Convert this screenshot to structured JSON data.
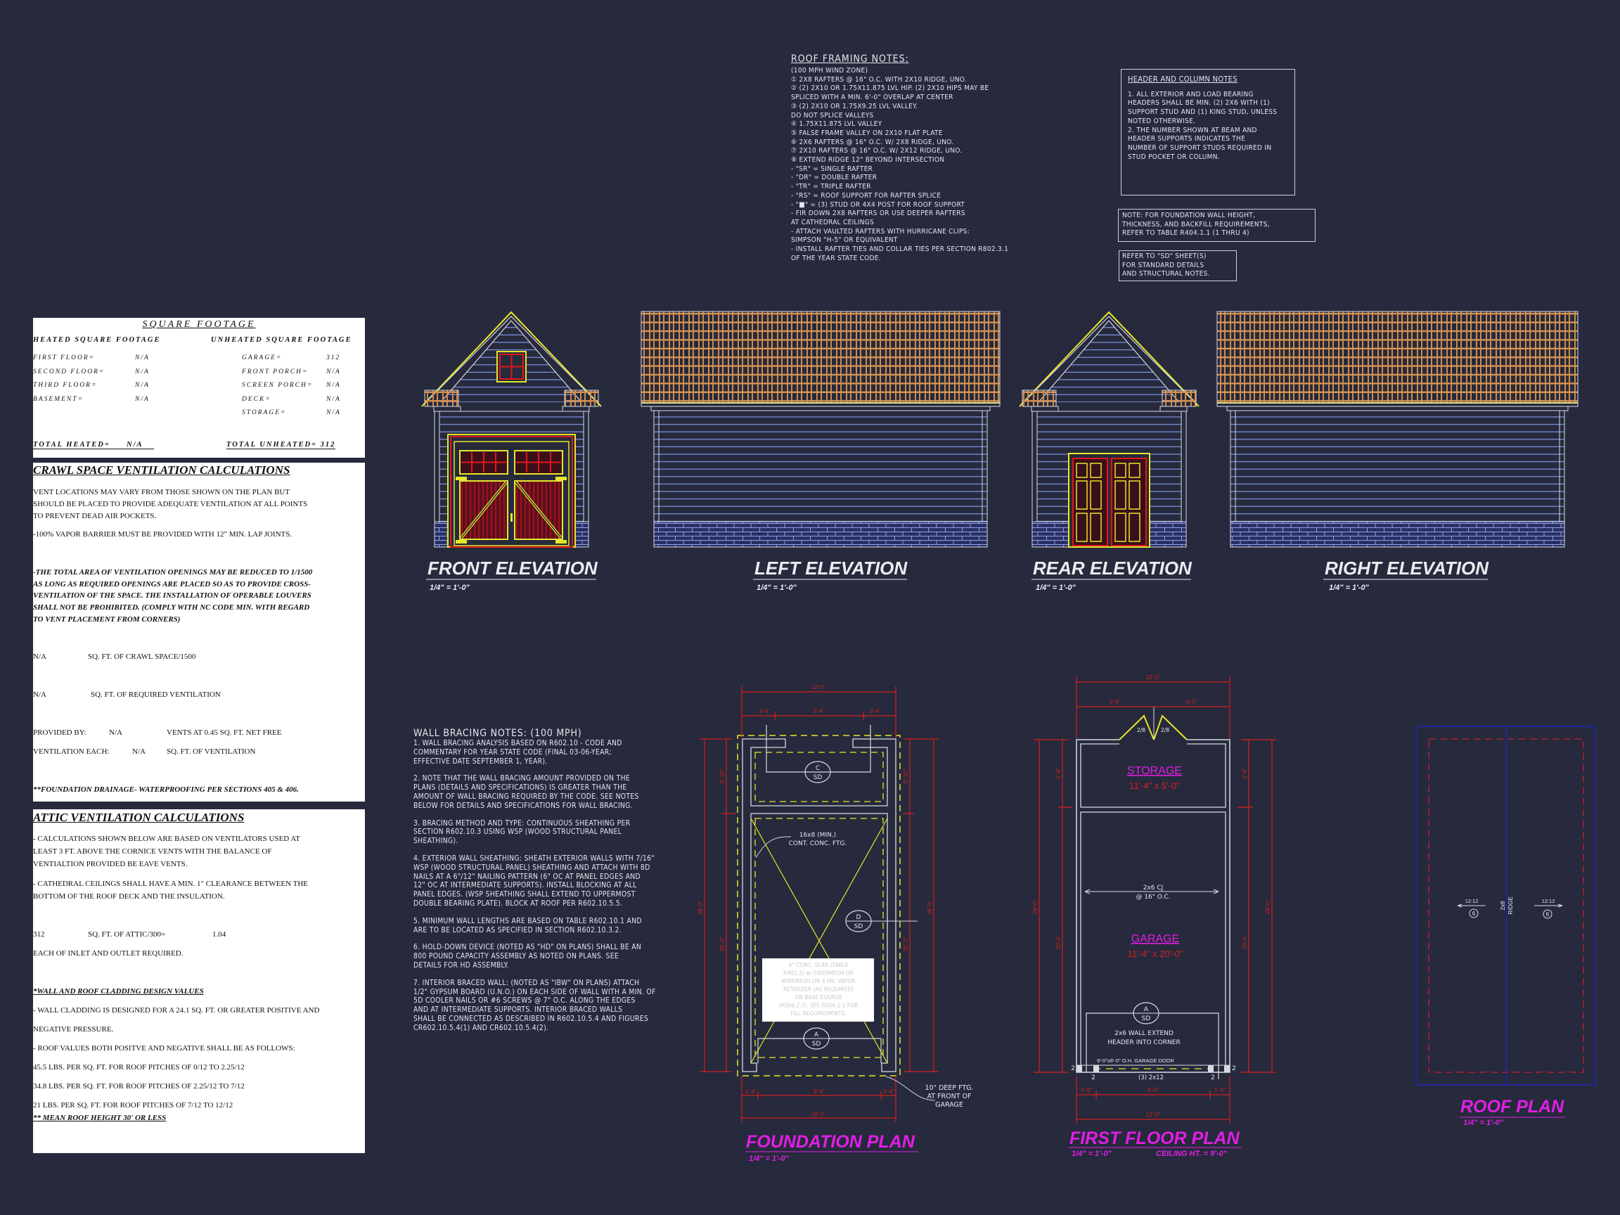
{
  "roof_framing_notes": {
    "title": "ROOF FRAMING NOTES:",
    "lines": [
      "(100 MPH WIND ZONE)",
      "① 2x8 RAFTERS @ 16\" O.C. WITH 2x10 RIDGE, UNO.",
      "② (2) 2x10 OR 1.75x11.875 LVL HIP. (2) 2x10 HIPS MAY BE",
      "     SPLICED WITH A MIN. 6'-0\" OVERLAP AT CENTER",
      "③ (2) 2x10 OR 1.75x9.25 LVL VALLEY.",
      "     DO NOT SPLICE VALLEYS",
      "④ 1.75x11.875 LVL VALLEY",
      "⑤ FALSE FRAME VALLEY ON 2x10 FLAT PLATE",
      "⑥ 2x6 RAFTERS @ 16\" O.C. W/ 2x8 RIDGE, UNO.",
      "⑦ 2x10 RAFTERS @ 16\" O.C. W/ 2x12 RIDGE, UNO.",
      "⑧ EXTEND RIDGE 12\" BEYOND INTERSECTION",
      " -   \"SR\" = SINGLE RAFTER",
      " -   \"DR\" = DOUBLE RAFTER",
      " -   \"TR\" = TRIPLE RAFTER",
      " -   \"RS\" = ROOF SUPPORT FOR RAFTER SPLICE",
      " -   \"■\"  = (3) STUD OR 4x4 POST FOR ROOF SUPPORT",
      " -   FIR DOWN 2x8 RAFTERS OR USE DEEPER RAFTERS",
      "      AT CATHEDRAL CEILINGS",
      " -   ATTACH VAULTED RAFTERS WITH HURRICANE CLIPS:",
      "      SIMPSON \"H-5\" OR EQUIVALENT",
      " -   INSTALL RAFTER TIES AND COLLAR TIES PER SECTION R802.3.1",
      "      OF THE YEAR STATE CODE."
    ]
  },
  "header_column_notes": {
    "title": "HEADER AND COLUMN NOTES",
    "lines": [
      "1. ALL EXTERIOR AND LOAD BEARING",
      "HEADERS SHALL BE MIN. (2) 2x6 WITH (1)",
      "SUPPORT STUD AND (1) KING STUD, UNLESS",
      "NOTED OTHERWISE.",
      "",
      "2. THE NUMBER SHOWN AT BEAM AND",
      "HEADER SUPPORTS INDICATES THE",
      "NUMBER OF SUPPORT STUDS REQUIRED IN",
      "STUD POCKET OR COLUMN."
    ]
  },
  "foundation_note": {
    "lines": [
      "NOTE: FOR FOUNDATION WALL HEIGHT,",
      "THICKNESS, AND BACKFILL REQUIREMENTS,",
      "REFER TO TABLE R404.1.1 (1 THRU 4)"
    ]
  },
  "sd_note": {
    "lines": [
      "REFER TO \"SD\" SHEET(S)",
      "FOR STANDARD DETAILS",
      "AND STRUCTURAL NOTES."
    ]
  },
  "square_footage": {
    "title": "SQUARE FOOTAGE",
    "heated_header": "HEATED SQUARE FOOTAGE",
    "unheated_header": "UNHEATED SQUARE FOOTAGE",
    "heated": [
      {
        "label": "FIRST FLOOR=",
        "value": "N/A"
      },
      {
        "label": "SECOND FLOOR=",
        "value": "N/A"
      },
      {
        "label": "THIRD FLOOR=",
        "value": "N/A"
      },
      {
        "label": "BASEMENT=",
        "value": "N/A"
      }
    ],
    "unheated": [
      {
        "label": "GARAGE=",
        "value": "312"
      },
      {
        "label": "FRONT PORCH=",
        "value": "N/A"
      },
      {
        "label": "SCREEN PORCH=",
        "value": "N/A"
      },
      {
        "label": "DECK=",
        "value": "N/A"
      },
      {
        "label": "STORAGE=",
        "value": "N/A"
      }
    ],
    "total_heated_label": "TOTAL HEATED=",
    "total_heated": "N/A",
    "total_unheated_label": "TOTAL UNHEATED=",
    "total_unheated": "312"
  },
  "crawl_space": {
    "title": "CRAWL SPACE VENTILATION CALCULATIONS",
    "para1": [
      " VENT LOCATIONS MAY VARY FROM THOSE SHOWN ON THE PLAN BUT",
      "SHOULD BE PLACED TO PROVIDE ADEQUATE VENTILATION AT ALL POINTS",
      "TO PREVENT DEAD AIR POCKETS."
    ],
    "para2": "-100% VAPOR BARRIER MUST BE PROVIDED WITH 12\" MIN. LAP JOINTS.",
    "para3": [
      "-THE TOTAL AREA OF VENTILATION OPENINGS MAY BE REDUCED TO 1/1500",
      "AS LONG AS REQUIRED OPENINGS ARE PLACED SO AS TO PROVIDE CROSS-",
      "VENTILATION OF THE SPACE.  THE INSTALLATION OF OPERABLE LOUVERS",
      "SHALL NOT BE PROHIBITED.  (COMPLY WITH NC CODE MIN.  WITH REGARD",
      "TO VENT PLACEMENT FROM CORNERS)"
    ],
    "crawl_value": "N/A",
    "crawl_label": "SQ. FT. OF CRAWL SPACE/1500",
    "required_value": "N/A",
    "required_label": "SQ. FT. OF REQUIRED VENTILATION",
    "provided_label": "PROVIDED BY:",
    "provided_value": "N/A",
    "provided_desc": "VENTS AT 0.45 SQ. FT. NET FREE",
    "each_label": "VENTILATION EACH:",
    "each_value": "N/A",
    "each_desc": "SQ. FT. OF VENTILATION",
    "drainage": "**FOUNDATION DRAINAGE- WATERPROOFING PER SECTIONS 405 & 406."
  },
  "attic": {
    "title": "ATTIC  VENTILATION CALCULATIONS",
    "para1": [
      "- CALCULATIONS SHOWN BELOW ARE BASED ON VENTILATORS USED AT",
      "LEAST 3 FT. ABOVE THE CORNICE VENTS WITH THE BALANCE OF",
      "VENTIALTION PROVIDED BE EAVE VENTS."
    ],
    "para2": [
      "- CATHEDRAL CEILINGS SHALL HAVE A MIN. 1\" CLEARANCE BETWEEN THE",
      "BOTTOM OF THE ROOF DECK AND THE INSULATION."
    ],
    "attic_value": "312",
    "attic_label": "SQ. FT. OF ATTIC/300=",
    "attic_result": "1.04",
    "each_required": "EACH OF INLET AND OUTLET REQUIRED.",
    "cladding_title": "*WALL AND ROOF CLADDING DESIGN VALUES",
    "cladding_lines": [
      "- WALL CLADDING IS DESIGNED FOR A 24.1 SQ. FT. OR GREATER POSITIVE AND",
      "NEGATIVE PRESSURE.",
      "- ROOF VALUES BOTH POSITVE AND NEGATIVE SHALL BE AS FOLLOWS:",
      "45.5 LBS. PER SQ. FT. FOR ROOF PITCHES OF 0/12 TO 2.25/12",
      "34.8 LBS. PER SQ. FT. FOR ROOF PITCHES OF 2.25/12 TO 7/12",
      "21 LBS. PER SQ. FT. FOR ROOF PITCHES OF 7/12 TO 12/12"
    ],
    "mean_height": "** MEAN ROOF HEIGHT 30' OR LESS"
  },
  "wall_bracing": {
    "title": "WALL BRACING NOTES: (100 MPH)",
    "paragraphs": [
      [
        "1. WALL BRACING ANALYSIS BASED ON R602.10 - CODE AND",
        "COMMENTARY FOR YEAR STATE CODE (FINAL 03-06-YEAR;",
        "EFFECTIVE DATE SEPTEMBER 1, YEAR)."
      ],
      [
        "2. NOTE THAT THE WALL BRACING AMOUNT PROVIDED ON THE",
        "PLANS (DETAILS AND SPECIFICATIONS) IS GREATER THAN THE",
        "AMOUNT OF WALL BRACING REQUIRED BY THE CODE. SEE NOTES",
        "BELOW FOR DETAILS AND SPECIFICATIONS FOR WALL BRACING."
      ],
      [
        "3. BRACING METHOD AND TYPE: CONTINUOUS SHEATHING PER",
        "SECTION R602.10.3 USING WSP (WOOD STRUCTURAL PANEL",
        "SHEATHING)."
      ],
      [
        "4. EXTERIOR WALL SHEATHING: SHEATH EXTERIOR WALLS WITH 7/16\"",
        "WSP (WOOD STRUCTURAL PANEL) SHEATHING AND ATTACH WITH 8d",
        "NAILS AT A 6\"/12\" NAILING PATTERN (6\" OC AT PANEL EDGES AND",
        "12\" OC AT INTERMEDIATE SUPPORTS). INSTALL BLOCKING AT ALL",
        "PANEL EDGES. (WSP SHEATHING SHALL EXTEND TO UPPERMOST",
        "DOUBLE BEARING PLATE). BLOCK AT ROOF PER R602.10.5.5."
      ],
      [
        "5. MINIMUM WALL LENGTHS ARE BASED ON TABLE R602.10.1 AND",
        "ARE TO BE LOCATED AS SPECIFIED IN SECTION R602.10.3.2."
      ],
      [
        "6. HOLD-DOWN DEVICE (NOTED AS \"HD\" ON PLANS) SHALL BE AN",
        "800 POUND CAPACITY ASSEMBLY AS NOTED ON PLANS. SEE",
        "DETAILS FOR HD ASSEMBLY."
      ],
      [
        "7. INTERIOR BRACED WALL: (NOTED AS \"IBW\" ON PLANS) ATTACH",
        "1/2\" GYPSUM BOARD (U.N.O.) ON EACH SIDE OF WALL WITH A MIN. OF",
        "5d COOLER NAILS OR #6 SCREWS @ 7\" O.C. ALONG THE EDGES",
        "AND AT INTERMEDIATE SUPPORTS.  INTERIOR BRACED WALLS",
        "SHALL BE CONNECTED AS DESCRIBED IN R602.10.5.4 AND FIGURES",
        "CR602.10.5.4(1) AND CR602.10.5.4(2)."
      ]
    ]
  },
  "elevations": [
    {
      "title": "FRONT ELEVATION",
      "scale": "1/4\" = 1'-0\""
    },
    {
      "title": "LEFT ELEVATION",
      "scale": "1/4\" = 1'-0\""
    },
    {
      "title": "REAR ELEVATION",
      "scale": "1/4\" = 1'-0\""
    },
    {
      "title": "RIGHT ELEVATION",
      "scale": "1/4\" = 1'-0\""
    }
  ],
  "foundation_plan": {
    "title": "FOUNDATION PLAN",
    "scale": "1/4\" = 1'-0\"",
    "dim_overall_width": "12'-0\"",
    "dim_top_segments": [
      "3'-4\"",
      "5'-4\"",
      "3'-4\""
    ],
    "dim_bottom_segments": [
      "1'-4\"",
      "9'-4\"",
      "1'-4\""
    ],
    "dim_overall_depth": "28'-0\"",
    "dim_storage_depth": "5'-10\"",
    "dim_garage_depth": "20'-2\"",
    "footing_note": [
      "16x8 (MIN.)",
      "CONT. CONC. FTG."
    ],
    "slab_note": [
      "4\" CONC. SLAB (TABLE",
      "R402.2) w/ FIBERMESH OR",
      "WIREMESH ON 6 MIL VAPOR",
      "RETARDER (AS REQUIRED)",
      "ON BASE COURSE",
      "(R506.2.2). SEE R506.2.1 FOR",
      "FILL REQUIREMENTS."
    ],
    "deep_footing_note": [
      "10\" DEEP FTG.",
      "AT FRONT OF",
      "GARAGE"
    ],
    "details": [
      {
        "letter": "C",
        "sheet": "SD"
      },
      {
        "letter": "D",
        "sheet": "SD"
      },
      {
        "letter": "A",
        "sheet": "SD"
      }
    ]
  },
  "first_floor_plan": {
    "title": "FIRST FLOOR PLAN",
    "scale": "1/4\" = 1'-0\"",
    "ceiling": "CEILING HT. = 9'-0\"",
    "dim_overall_width": "12'-0\"",
    "dim_top_segments": [
      "6'-0\"",
      "6'-0\""
    ],
    "dim_bottom_segments": [
      "1'-6\"",
      "9'-0\"",
      "1'-6\""
    ],
    "dim_overall_depth": "28'-0\"",
    "dim_storage_depth": "5'-8\"",
    "dim_garage_depth": "20'-4\"",
    "door_labels": [
      "2/8",
      "2/8"
    ],
    "rooms": [
      {
        "name": "STORAGE",
        "size": "11'-4\" x 5'-0\""
      },
      {
        "name": "GARAGE",
        "size": "11'-4\" x 20'-0\""
      }
    ],
    "ceiling_joist": [
      "2x6 CJ",
      "@ 16\" O.C."
    ],
    "header_note": [
      "2x6 WALL EXTEND",
      "HEADER INTO CORNER"
    ],
    "garage_door": "9'-0\"x8'-0\" O.H. GARAGE DOOR",
    "header_size": "(3) 2x12",
    "stud_counts": [
      "2",
      "2",
      "2",
      "2"
    ],
    "detail": {
      "letter": "A",
      "sheet": "SD"
    }
  },
  "roof_plan": {
    "title": "ROOF PLAN",
    "scale": "1/4\" = 1'-0\"",
    "pitch_left": "12:12",
    "pitch_right": "12:12",
    "note_ref": "6",
    "ridge": [
      "2x8",
      "RIDGE"
    ]
  },
  "colors": {
    "background": "#262a3c",
    "linework": "#d8d9e2",
    "yellow": "#e6e62a",
    "red_dimension": "#d81e1e",
    "siding": "#8394e6",
    "shingle": "#cf8a48",
    "label_magenta": "#e21ee6",
    "roof_plan_blue": "#2222b8"
  }
}
